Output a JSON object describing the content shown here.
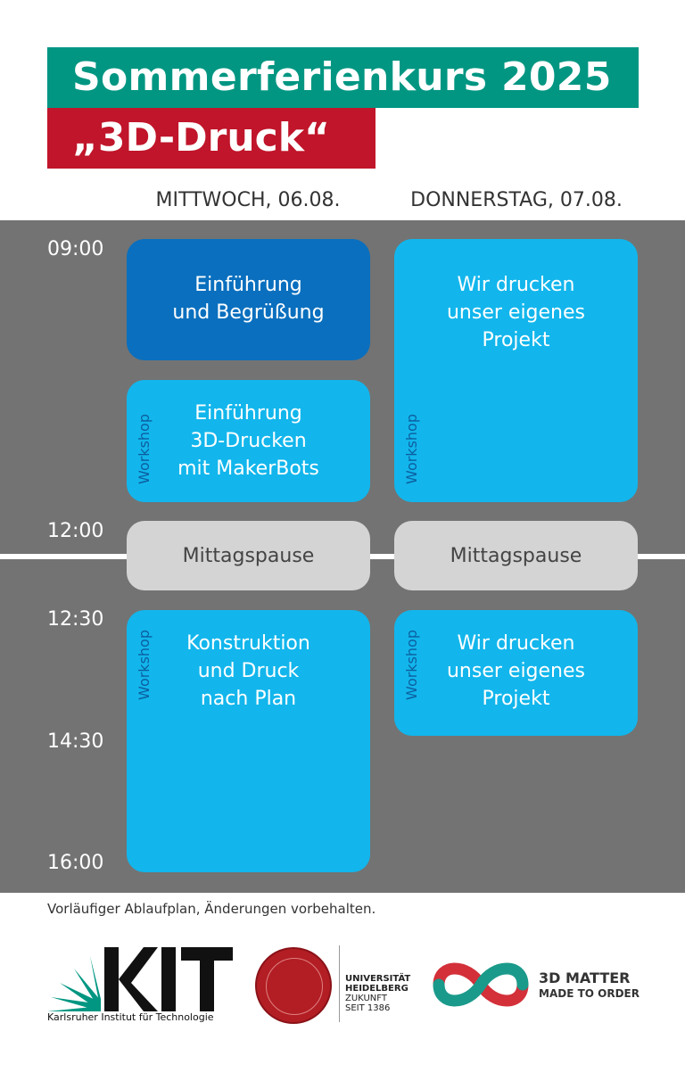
{
  "header": {
    "title": "Sommerferienkurs 2025",
    "subtitle": "„3D-Druck“"
  },
  "days": [
    {
      "label": "MITTWOCH, 06.08."
    },
    {
      "label": "DONNERSTAG, 07.08."
    }
  ],
  "times": [
    "09:00",
    "12:00",
    "12:30",
    "14:30",
    "16:00"
  ],
  "sessions": {
    "wed_intro": {
      "lines": [
        "Einführung",
        "und Begrüßung"
      ]
    },
    "wed_workshop1": {
      "tag": "Workshop",
      "lines": [
        "Einführung",
        "3D-Drucken",
        "mit MakerBots"
      ]
    },
    "wed_lunch": {
      "lines": [
        "Mittagspause"
      ]
    },
    "wed_workshop2": {
      "tag": "Workshop",
      "lines": [
        "Konstruktion",
        "und Druck",
        "nach Plan"
      ]
    },
    "thu_workshop1": {
      "tag": "Workshop",
      "lines": [
        "Wir drucken",
        "unser eigenes",
        "Projekt"
      ]
    },
    "thu_lunch": {
      "lines": [
        "Mittagspause"
      ]
    },
    "thu_workshop2": {
      "tag": "Workshop",
      "lines": [
        "Wir drucken",
        "unser eigenes",
        "Projekt"
      ]
    }
  },
  "footnote": "Vorläufiger Ablaufplan, Änderungen vorbehalten.",
  "logos": {
    "kit": {
      "name": "KIT",
      "tagline": "Karlsruher Institut für Technologie"
    },
    "heidelberg": {
      "line1": "UNIVERSITÄT",
      "line2": "HEIDELBERG",
      "line3": "ZUKUNFT",
      "line4": "SEIT 1386"
    },
    "matter3d": {
      "line1": "3D MATTER",
      "line2": "MADE TO ORDER"
    }
  },
  "colors": {
    "title_bg": "#009682",
    "subtitle_bg": "#c0152a",
    "schedule_bg": "#737373",
    "session_light": "#12b6ec",
    "session_dark": "#0a6fbe",
    "break": "#d4d4d4"
  }
}
